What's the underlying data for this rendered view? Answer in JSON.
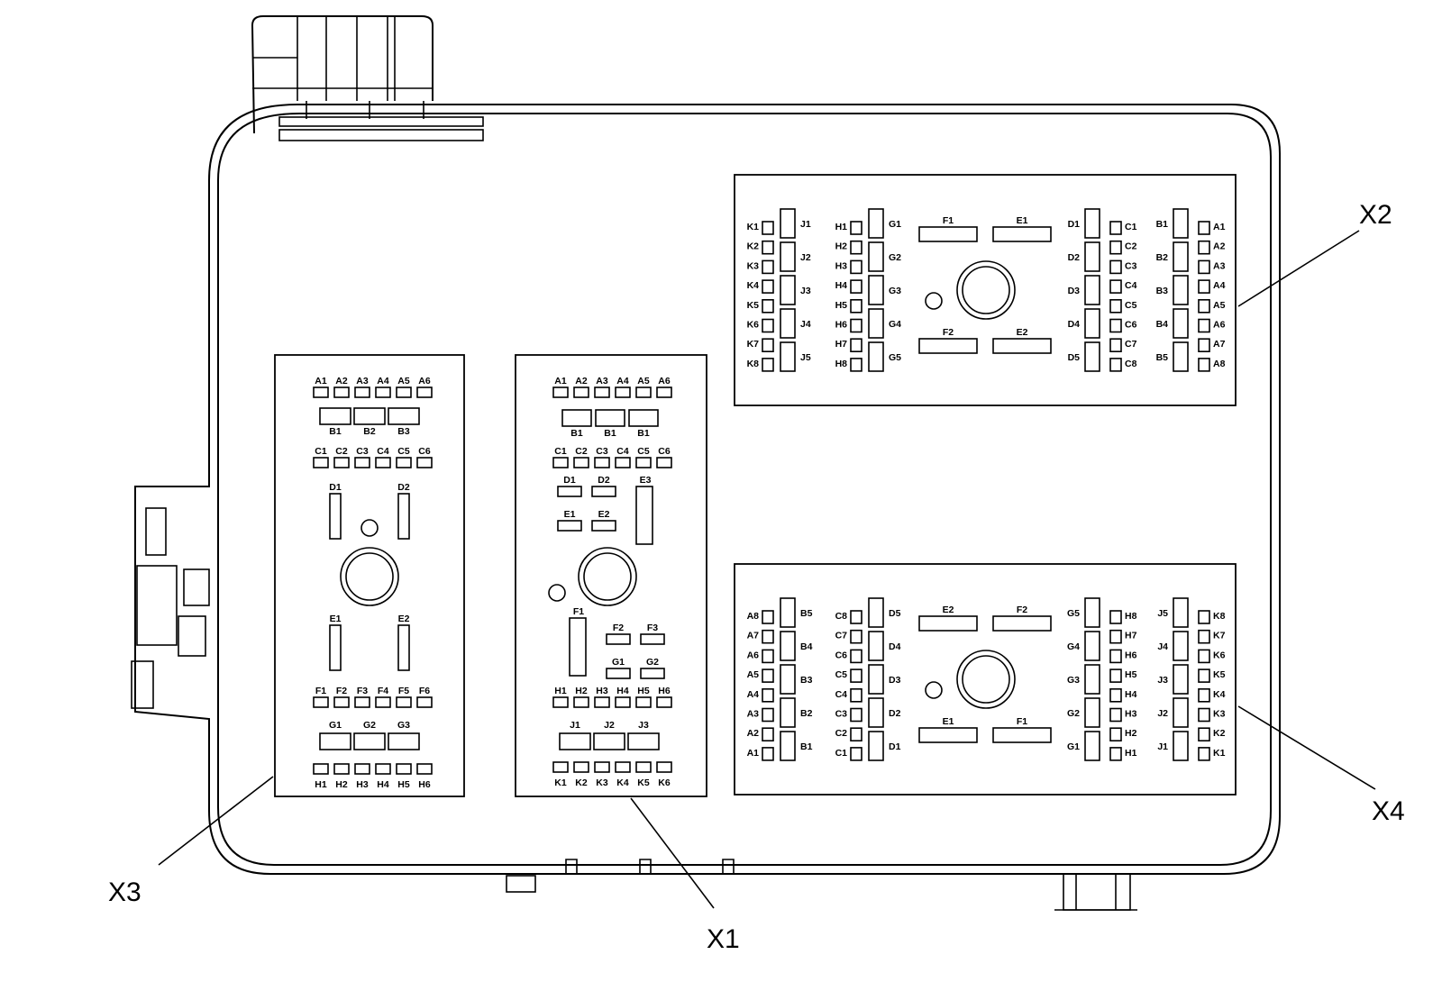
{
  "connectors": {
    "x1": {
      "name": "X1",
      "a": [
        "A1",
        "A2",
        "A3",
        "A4",
        "A5",
        "A6"
      ],
      "b": [
        "B1",
        "B1",
        "B1"
      ],
      "c": [
        "C1",
        "C2",
        "C3",
        "C4",
        "C5",
        "C6"
      ],
      "d": [
        "D1",
        "D2"
      ],
      "e": [
        "E1",
        "E2",
        "E3"
      ],
      "f": [
        "F1",
        "F2",
        "F3"
      ],
      "g": [
        "G1",
        "G2"
      ],
      "h": [
        "H1",
        "H2",
        "H3",
        "H4",
        "H5",
        "H6"
      ],
      "j": [
        "J1",
        "J2",
        "J3"
      ],
      "k": [
        "K1",
        "K2",
        "K3",
        "K4",
        "K5",
        "K6"
      ]
    },
    "x2": {
      "name": "X2",
      "k": [
        "K1",
        "K2",
        "K3",
        "K4",
        "K5",
        "K6",
        "K7",
        "K8"
      ],
      "j": [
        "J1",
        "J2",
        "J3",
        "J4",
        "J5"
      ],
      "h": [
        "H1",
        "H2",
        "H3",
        "H4",
        "H5",
        "H6",
        "H7",
        "H8"
      ],
      "g": [
        "G1",
        "G2",
        "G3",
        "G4",
        "G5"
      ],
      "top": [
        "F1",
        "E1"
      ],
      "bottom": [
        "F2",
        "E2"
      ],
      "d": [
        "D1",
        "D2",
        "D3",
        "D4",
        "D5"
      ],
      "c": [
        "C1",
        "C2",
        "C3",
        "C4",
        "C5",
        "C6",
        "C7",
        "C8"
      ],
      "b": [
        "B1",
        "B2",
        "B3",
        "B4",
        "B5"
      ],
      "a": [
        "A1",
        "A2",
        "A3",
        "A4",
        "A5",
        "A6",
        "A7",
        "A8"
      ]
    },
    "x3": {
      "name": "X3",
      "a": [
        "A1",
        "A2",
        "A3",
        "A4",
        "A5",
        "A6"
      ],
      "b": [
        "B1",
        "B2",
        "B3"
      ],
      "c": [
        "C1",
        "C2",
        "C3",
        "C4",
        "C5",
        "C6"
      ],
      "d": [
        "D1",
        "D2"
      ],
      "e": [
        "E1",
        "E2"
      ],
      "f": [
        "F1",
        "F2",
        "F3",
        "F4",
        "F5",
        "F6"
      ],
      "g": [
        "G1",
        "G2",
        "G3"
      ],
      "h": [
        "H1",
        "H2",
        "H3",
        "H4",
        "H5",
        "H6"
      ]
    },
    "x4": {
      "name": "X4",
      "a": [
        "A8",
        "A7",
        "A6",
        "A5",
        "A4",
        "A3",
        "A2",
        "A1"
      ],
      "b": [
        "B5",
        "B4",
        "B3",
        "B2",
        "B1"
      ],
      "c": [
        "C8",
        "C7",
        "C6",
        "C5",
        "C4",
        "C3",
        "C2",
        "C1"
      ],
      "d": [
        "D5",
        "D4",
        "D3",
        "D2",
        "D1"
      ],
      "top": [
        "E2",
        "F2"
      ],
      "bottom": [
        "E1",
        "F1"
      ],
      "g": [
        "G5",
        "G4",
        "G3",
        "G2",
        "G1"
      ],
      "h": [
        "H8",
        "H7",
        "H6",
        "H5",
        "H4",
        "H3",
        "H2",
        "H1"
      ],
      "j": [
        "J5",
        "J4",
        "J3",
        "J2",
        "J1"
      ],
      "k": [
        "K8",
        "K7",
        "K6",
        "K5",
        "K4",
        "K3",
        "K2",
        "K1"
      ]
    }
  }
}
